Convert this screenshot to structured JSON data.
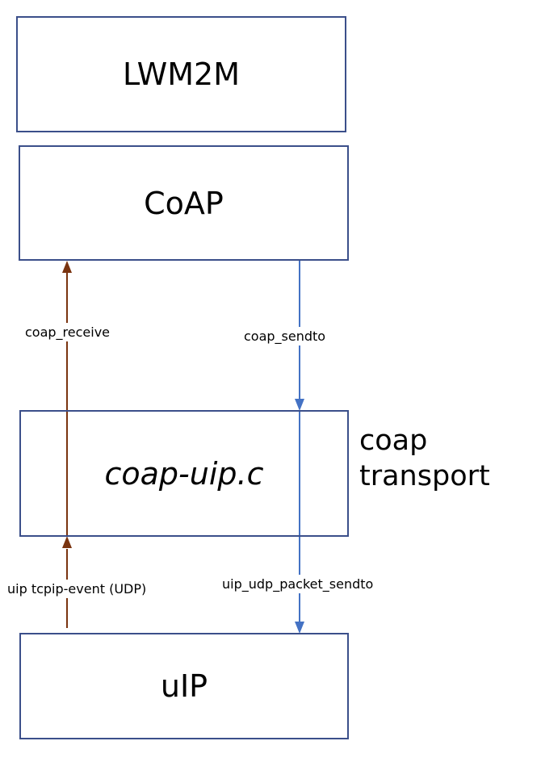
{
  "diagram": {
    "colors": {
      "box_border": "#3b4f8a",
      "receive_arrow": "#7a3410",
      "send_arrow": "#4472c4"
    },
    "boxes": {
      "lwm2m": "LWM2M",
      "coap": "CoAP",
      "coap_uip": "coap-uip.c",
      "uip": "uIP"
    },
    "labels": {
      "coap_receive": "coap_receive",
      "coap_sendto": "coap_sendto",
      "uip_tcpip_event": "uip tcpip-event (UDP)",
      "uip_udp_packet_sendto": "uip_udp_packet_sendto"
    },
    "side_label": {
      "line1": "coap",
      "line2": "transport"
    }
  }
}
